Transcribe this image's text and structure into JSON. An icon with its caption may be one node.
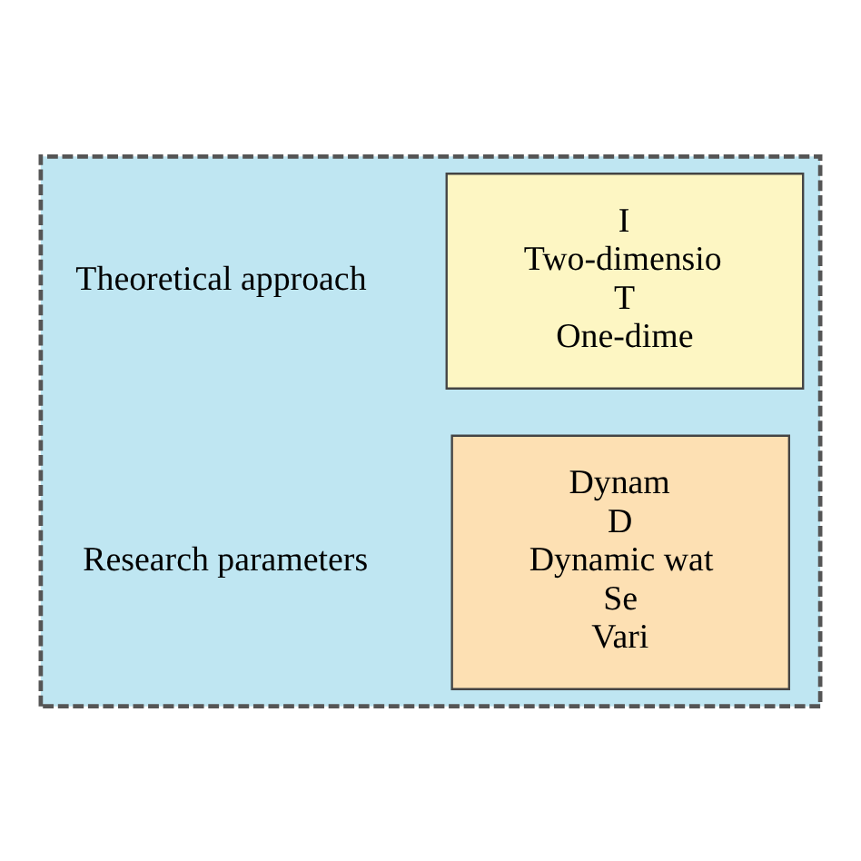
{
  "diagram": {
    "nodes": [
      {
        "text": [],
        "shape": "box"
      },
      {
        "text": [
          "I",
          "Two-dimensio",
          "T",
          "One-dime"
        ],
        "beside": [
          "Theoretical approach"
        ],
        "in": 0
      },
      {
        "text": [
          "Dynam",
          "D",
          "Dynamic wat",
          "Se",
          "Vari"
        ],
        "beside": [
          "Research parameters"
        ],
        "in": 0
      }
    ],
    "edges": []
  }
}
